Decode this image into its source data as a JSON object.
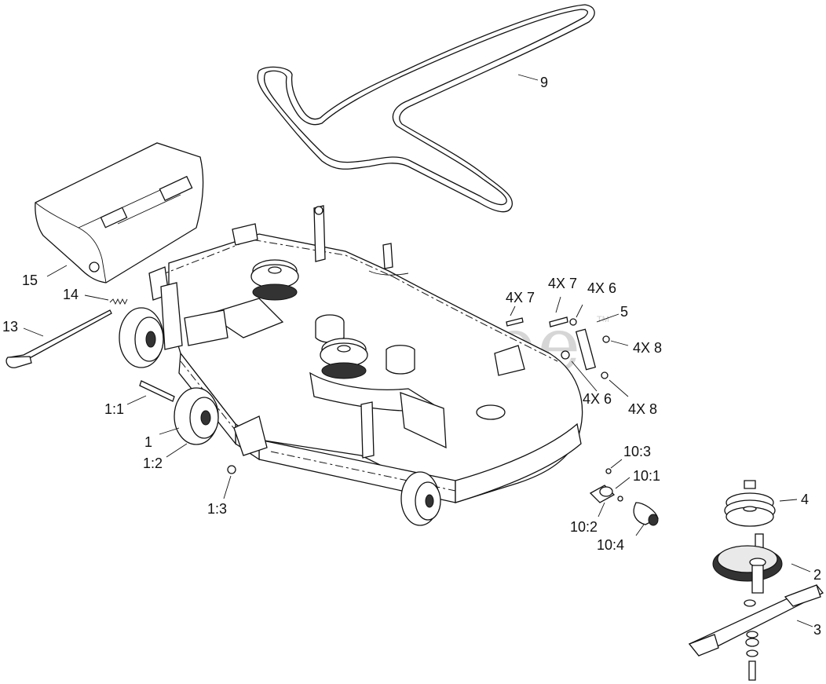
{
  "watermark": {
    "text": "PartsTree",
    "tm": "TM"
  },
  "callouts": [
    {
      "id": "c9",
      "text": "9"
    },
    {
      "id": "c15",
      "text": "15"
    },
    {
      "id": "c14",
      "text": "14"
    },
    {
      "id": "c13",
      "text": "13"
    },
    {
      "id": "c4x7a",
      "text": "4X 7"
    },
    {
      "id": "c4x7b",
      "text": "4X 7"
    },
    {
      "id": "c4x6a",
      "text": "4X 6"
    },
    {
      "id": "c5",
      "text": "5"
    },
    {
      "id": "c4x8a",
      "text": "4X 8"
    },
    {
      "id": "c4x6b",
      "text": "4X 6"
    },
    {
      "id": "c4x8b",
      "text": "4X 8"
    },
    {
      "id": "c1_1",
      "text": "1:1"
    },
    {
      "id": "c1",
      "text": "1"
    },
    {
      "id": "c1_2",
      "text": "1:2"
    },
    {
      "id": "c1_3",
      "text": "1:3"
    },
    {
      "id": "c10_3",
      "text": "10:3"
    },
    {
      "id": "c10_1",
      "text": "10:1"
    },
    {
      "id": "c10_2",
      "text": "10:2"
    },
    {
      "id": "c10_4",
      "text": "10:4"
    },
    {
      "id": "c4",
      "text": "4"
    },
    {
      "id": "c2",
      "text": "2"
    },
    {
      "id": "c3",
      "text": "3"
    }
  ],
  "parts": {
    "belt": "belt",
    "discharge_chute": "discharge-chute",
    "mower_deck": "mower-deck",
    "spindle_pulley": "spindle-pulley",
    "spindle_housing": "spindle-housing",
    "blade": "blade",
    "deck_wheel": "deck-wheel",
    "rod": "rod",
    "spring": "spring"
  }
}
